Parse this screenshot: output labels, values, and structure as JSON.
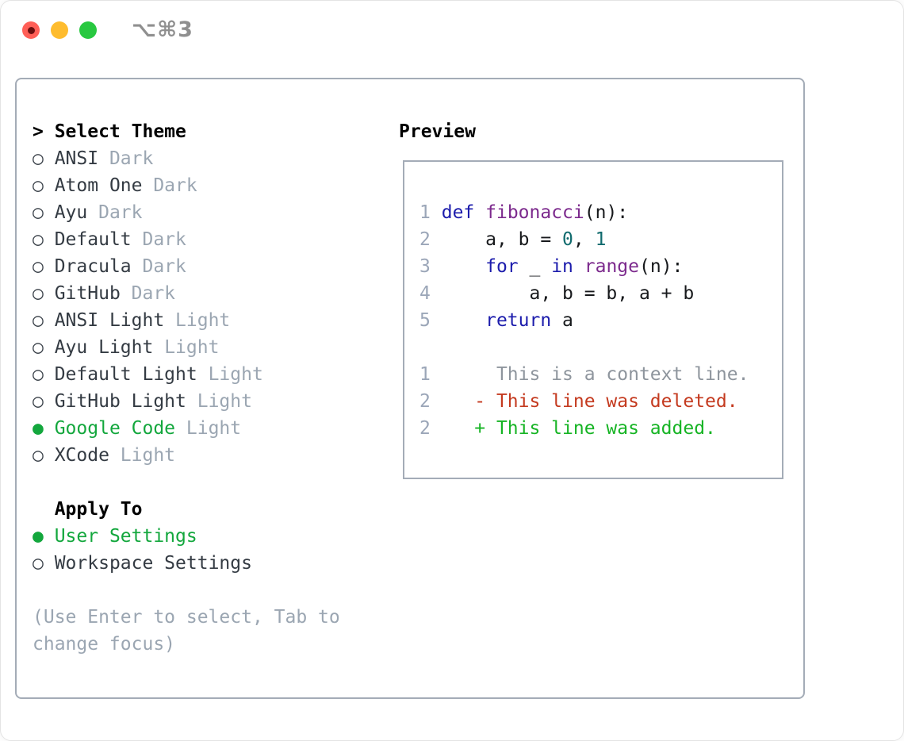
{
  "window": {
    "title": "⌥⌘3"
  },
  "theme_panel": {
    "header_marker": "> ",
    "header_label": "Select Theme",
    "marker_unselected": "○",
    "marker_selected": "●",
    "items": [
      {
        "name": "ANSI",
        "variant": "Dark",
        "selected": false
      },
      {
        "name": "Atom One",
        "variant": "Dark",
        "selected": false
      },
      {
        "name": "Ayu",
        "variant": "Dark",
        "selected": false
      },
      {
        "name": "Default",
        "variant": "Dark",
        "selected": false
      },
      {
        "name": "Dracula",
        "variant": "Dark",
        "selected": false
      },
      {
        "name": "GitHub",
        "variant": "Dark",
        "selected": false
      },
      {
        "name": "ANSI Light",
        "variant": "Light",
        "selected": false
      },
      {
        "name": "Ayu Light",
        "variant": "Light",
        "selected": false
      },
      {
        "name": "Default Light",
        "variant": "Light",
        "selected": false
      },
      {
        "name": "GitHub Light",
        "variant": "Light",
        "selected": false
      },
      {
        "name": "Google Code",
        "variant": "Light",
        "selected": true
      },
      {
        "name": "XCode",
        "variant": "Light",
        "selected": false
      }
    ],
    "apply_to": {
      "label": "Apply To",
      "options": [
        {
          "name": "User Settings",
          "selected": true
        },
        {
          "name": "Workspace Settings",
          "selected": false
        }
      ]
    },
    "hint_lines": [
      "(Use Enter to select, Tab to",
      "change focus)"
    ]
  },
  "preview": {
    "label": "Preview",
    "code_lines": [
      {
        "num": "1",
        "segments": [
          [
            " ",
            "pl"
          ],
          [
            "def",
            "kw"
          ],
          [
            " ",
            "pl"
          ],
          [
            "fibonacci",
            "fn"
          ],
          [
            "(n):",
            "pl"
          ]
        ]
      },
      {
        "num": "2",
        "segments": [
          [
            "     a, b = ",
            "pl"
          ],
          [
            "0",
            "num"
          ],
          [
            ", ",
            "pl"
          ],
          [
            "1",
            "num"
          ]
        ]
      },
      {
        "num": "3",
        "segments": [
          [
            "     ",
            "pl"
          ],
          [
            "for",
            "kw"
          ],
          [
            " _ ",
            "pl"
          ],
          [
            "in",
            "kw"
          ],
          [
            " ",
            "pl"
          ],
          [
            "range",
            "fn"
          ],
          [
            "(n):",
            "pl"
          ]
        ]
      },
      {
        "num": "4",
        "segments": [
          [
            "         a, b = b, a + b",
            "pl"
          ]
        ]
      },
      {
        "num": "5",
        "segments": [
          [
            "     ",
            "pl"
          ],
          [
            "return",
            "kw"
          ],
          [
            " a",
            "pl"
          ]
        ]
      }
    ],
    "diff_lines": [
      {
        "num": "1",
        "text": "      This is a context line.",
        "kind": "context"
      },
      {
        "num": "2",
        "text": "    - This line was deleted.",
        "kind": "deleted"
      },
      {
        "num": "2",
        "text": "    + This line was added.",
        "kind": "added"
      }
    ]
  },
  "colors": {
    "border": "#a4acb7",
    "text": "#343b43",
    "muted": "#9ba6b2",
    "ui_green": "#13a73d",
    "keyword": "#1c1cac",
    "function": "#7c2a8d",
    "number_literal": "#116b6e",
    "code_plain": "#17191c",
    "line_number": "#9ba6b8",
    "diff_context": "#8e959d",
    "diff_deleted": "#c43a1f",
    "diff_added": "#16b424",
    "traffic_red": "#ff5f57",
    "traffic_yellow": "#febc2e",
    "traffic_green": "#28c840",
    "title_gray": "#8f8f8f"
  }
}
